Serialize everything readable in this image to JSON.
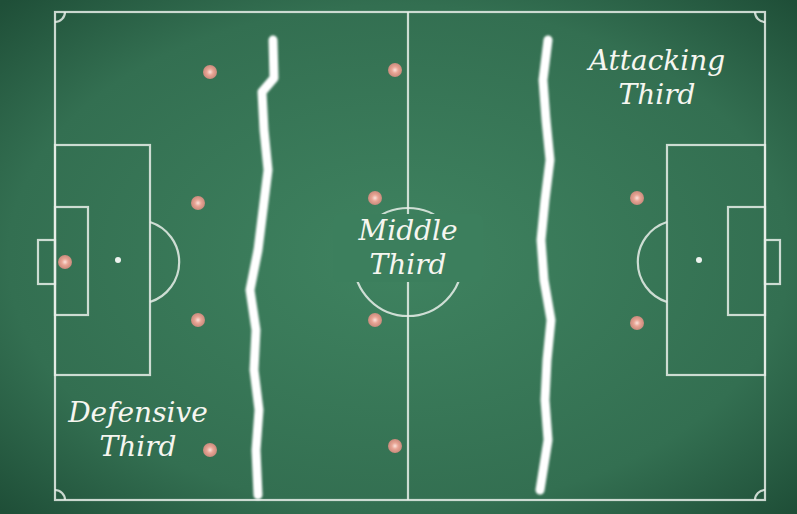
{
  "diagram": {
    "labels": [
      "Attacking Third",
      "Middle Third",
      "Defensive Third"
    ]
  }
}
